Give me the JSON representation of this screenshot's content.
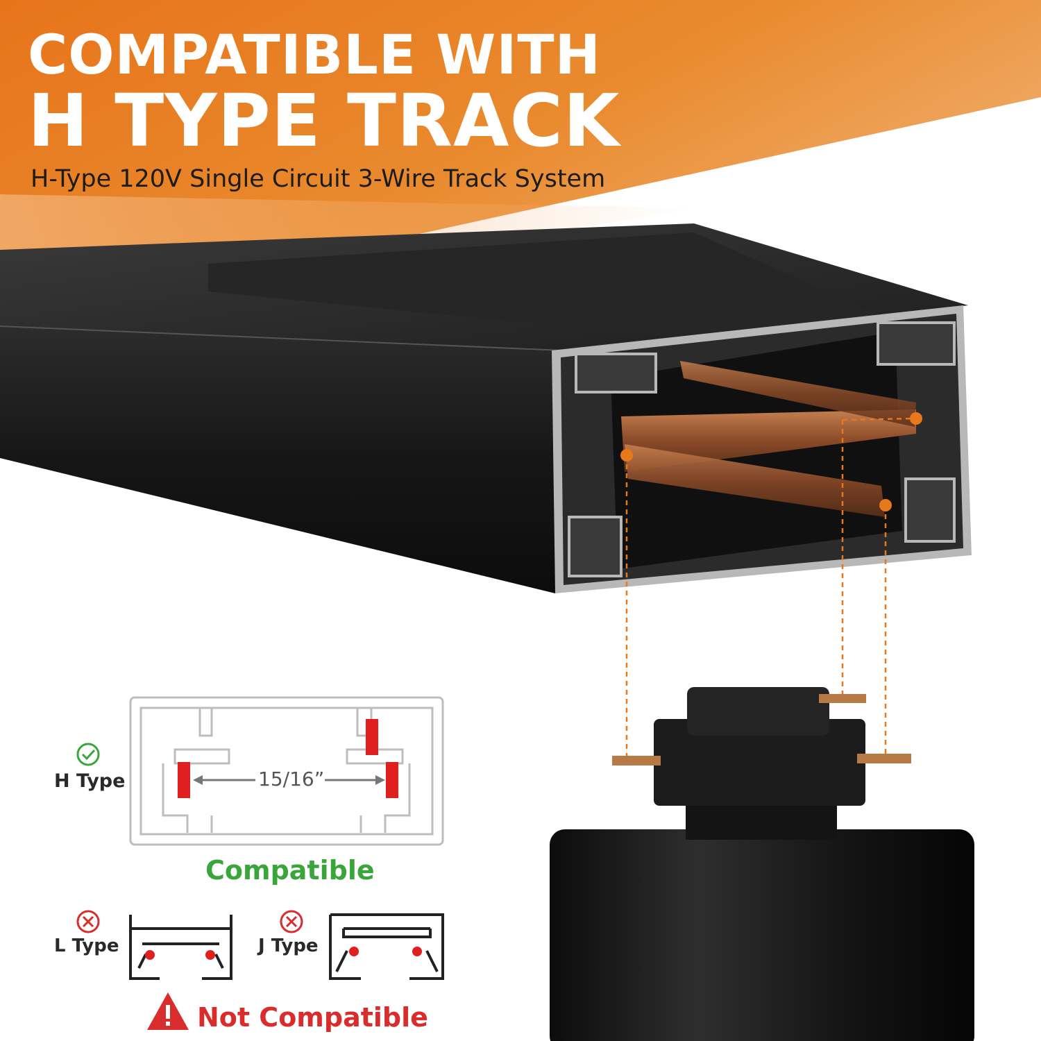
{
  "header": {
    "line1": "COMPATIBLE WITH",
    "line2": "H TYPE TRACK",
    "subtitle": "H-Type 120V Single Circuit 3-Wire Track System"
  },
  "diagram": {
    "h_type_label": "H Type",
    "dimension": "15/16”",
    "compatible_label": "Compatible",
    "l_type_label": "L Type",
    "j_type_label": "J Type",
    "not_compatible_label": "Not Compatible"
  },
  "colors": {
    "accent_orange": "#e7781c",
    "compatible_green": "#3aa53a",
    "not_compatible_red": "#d92d2d",
    "contact_red": "#e0201f",
    "track_black": "#1a1a1a"
  },
  "icons": {
    "compatible": "check-circle-icon",
    "incompatible": "x-circle-icon",
    "warning": "warning-triangle-icon"
  }
}
